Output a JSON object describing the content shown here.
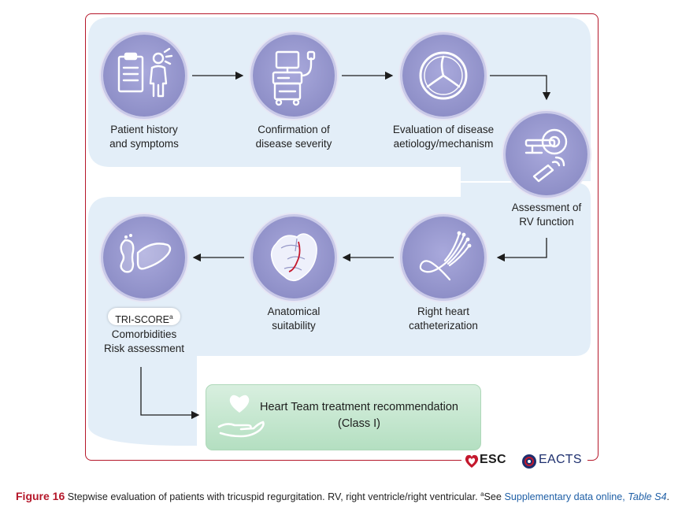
{
  "steps": [
    {
      "id": "history",
      "label_l1": "Patient history",
      "label_l2": "and symptoms",
      "icon": "clipboard-patient-icon"
    },
    {
      "id": "severity",
      "label_l1": "Confirmation of",
      "label_l2": "disease severity",
      "icon": "echo-machine-icon"
    },
    {
      "id": "aetiology",
      "label_l1": "Evaluation of disease",
      "label_l2": "aetiology/mechanism",
      "icon": "tricuspid-valve-icon"
    },
    {
      "id": "rv",
      "label_l1": "Assessment of",
      "label_l2": "RV function",
      "icon": "ct-scanner-probe-icon"
    },
    {
      "id": "cath",
      "label_l1": "Right heart",
      "label_l2": "catheterization",
      "icon": "catheter-icon"
    },
    {
      "id": "anatomy",
      "label_l1": "Anatomical",
      "label_l2": "suitability",
      "icon": "heart-anatomy-icon"
    },
    {
      "id": "risk",
      "pill_main": "TRI-SCORE",
      "pill_sup": "a",
      "label_l1": "Comorbidities",
      "label_l2": "Risk assessment",
      "icon": "kidney-liver-icon"
    }
  ],
  "recommendation": {
    "line1": "Heart Team treatment recommendation",
    "line2": "(Class I)",
    "icon": "heart-hand-icon"
  },
  "logos": {
    "esc": "ESC",
    "eacts": "EACTS"
  },
  "caption": {
    "figure": "Figure 16",
    "text": "Stepwise evaluation of patients with tricuspid regurgitation. RV, right ventricle/right ventricular.",
    "sup": "a",
    "see": "See",
    "link": "Supplementary data online,",
    "table": "Table S4",
    "end": "."
  },
  "colors": {
    "frame": "#b5172a",
    "panel": "#e3eef8",
    "node": "#8f90c8",
    "recommendation": "#c6e8cf",
    "link": "#1f5fa6"
  }
}
